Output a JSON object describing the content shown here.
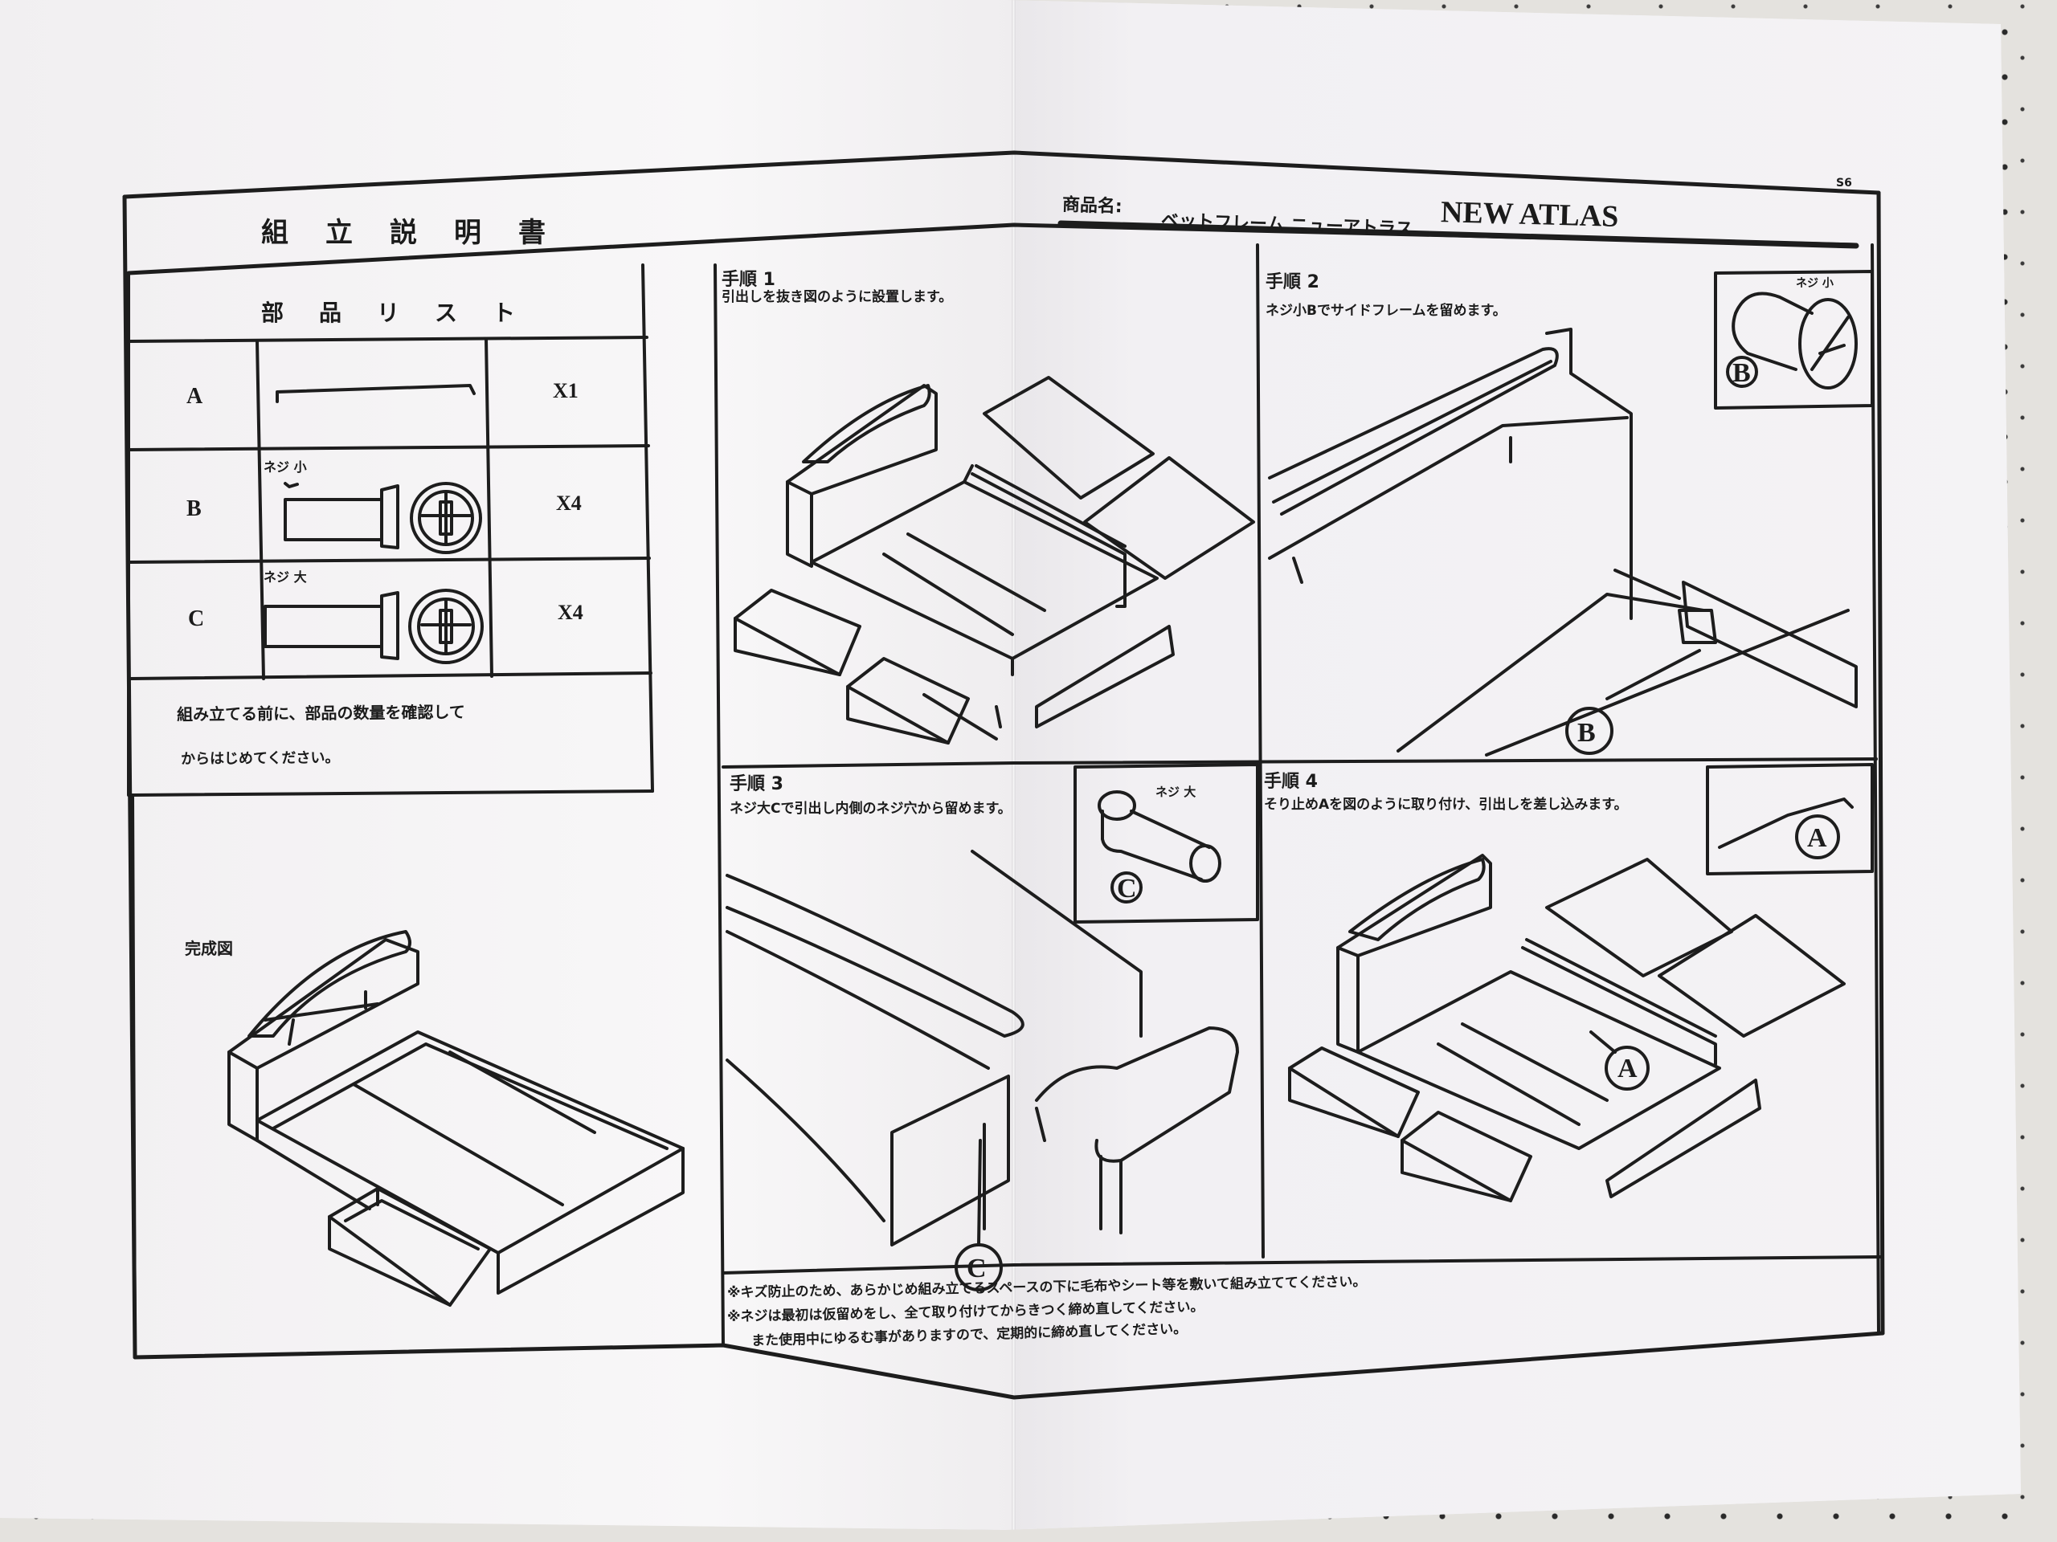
{
  "header": {
    "title": "組　立　説　明　書",
    "product_label": "商品名:",
    "product_name": "ベットフレーム ニューアトラス",
    "brand": "NEW ATLAS",
    "page_no": "S6"
  },
  "parts": {
    "heading": "部　品　リ　ス　ト",
    "rows": [
      {
        "id": "A",
        "note": "",
        "qty": "X1"
      },
      {
        "id": "B",
        "note": "ネジ 小",
        "qty": "X4"
      },
      {
        "id": "C",
        "note": "ネジ 大",
        "qty": "X4"
      }
    ],
    "notice_line1": "組み立てる前に、部品の数量を確認して",
    "notice_line2": "からはじめてください。"
  },
  "complete": {
    "label": "完成図"
  },
  "steps": [
    {
      "title": "手順 1",
      "text": "引出しを抜き図のように設置します。"
    },
    {
      "title": "手順 2",
      "text": "ネジ小Bでサイドフレームを留めます。",
      "inset_label": "ネジ 小",
      "callout": "B"
    },
    {
      "title": "手順 3",
      "text": "ネジ大Cで引出し内側のネジ穴から留めます。",
      "inset_label": "ネジ 大",
      "callout": "C"
    },
    {
      "title": "手順 4",
      "text": "そり止めAを図のように取り付け、引出しを差し込みます。",
      "callout": "A"
    }
  ],
  "footer_notes": [
    "※キズ防止のため、あらかじめ組み立てるスペースの下に毛布やシート等を敷いて組み立ててください。",
    "※ネジは最初は仮留めをし、全て取り付けてからきつく締め直してください。",
    "また使用中にゆるむ事がありますので、定期的に締め直してください。"
  ]
}
